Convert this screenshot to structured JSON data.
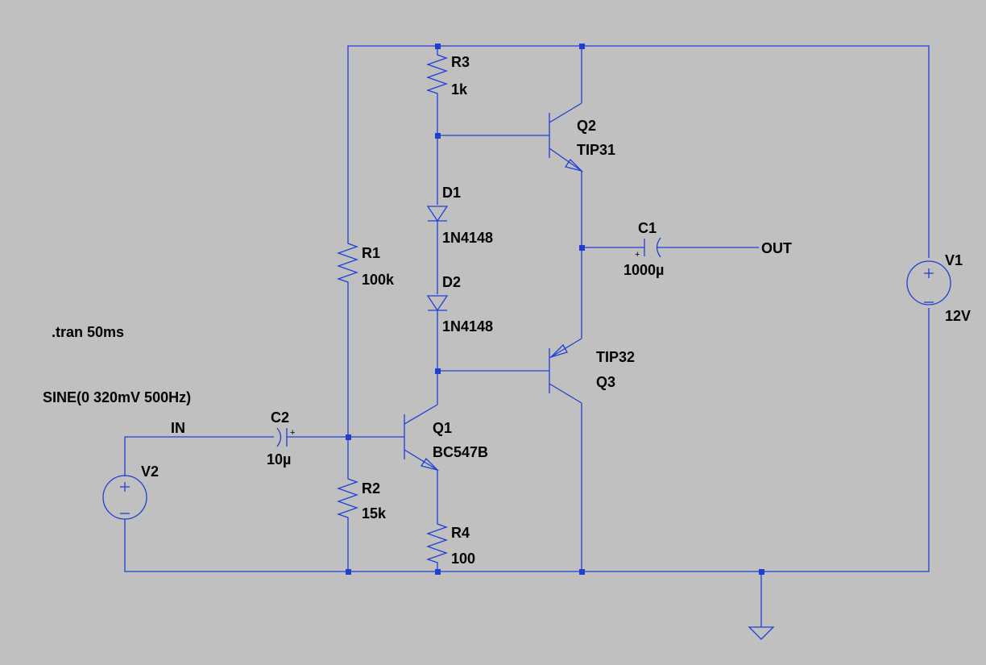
{
  "colors": {
    "background": "#c0c0c0",
    "wire": "#1f3fd4",
    "text": "#000000"
  },
  "directives": {
    "tran": ".tran 50ms"
  },
  "sources": {
    "V1": {
      "name": "V1",
      "value": "12V"
    },
    "V2": {
      "name": "V2",
      "value": "SINE(0 320mV 500Hz)"
    }
  },
  "resistors": {
    "R1": {
      "name": "R1",
      "value": "100k"
    },
    "R2": {
      "name": "R2",
      "value": "15k"
    },
    "R3": {
      "name": "R3",
      "value": "1k"
    },
    "R4": {
      "name": "R4",
      "value": "100"
    }
  },
  "capacitors": {
    "C1": {
      "name": "C1",
      "value": "1000µ"
    },
    "C2": {
      "name": "C2",
      "value": "10µ"
    }
  },
  "diodes": {
    "D1": {
      "name": "D1",
      "value": "1N4148"
    },
    "D2": {
      "name": "D2",
      "value": "1N4148"
    }
  },
  "transistors": {
    "Q1": {
      "name": "Q1",
      "value": "BC547B"
    },
    "Q2": {
      "name": "Q2",
      "value": "TIP31"
    },
    "Q3": {
      "name": "Q3",
      "value": "TIP32"
    }
  },
  "nets": {
    "in": "IN",
    "out": "OUT"
  },
  "symbols": {
    "plus": "+",
    "minus": "−"
  }
}
